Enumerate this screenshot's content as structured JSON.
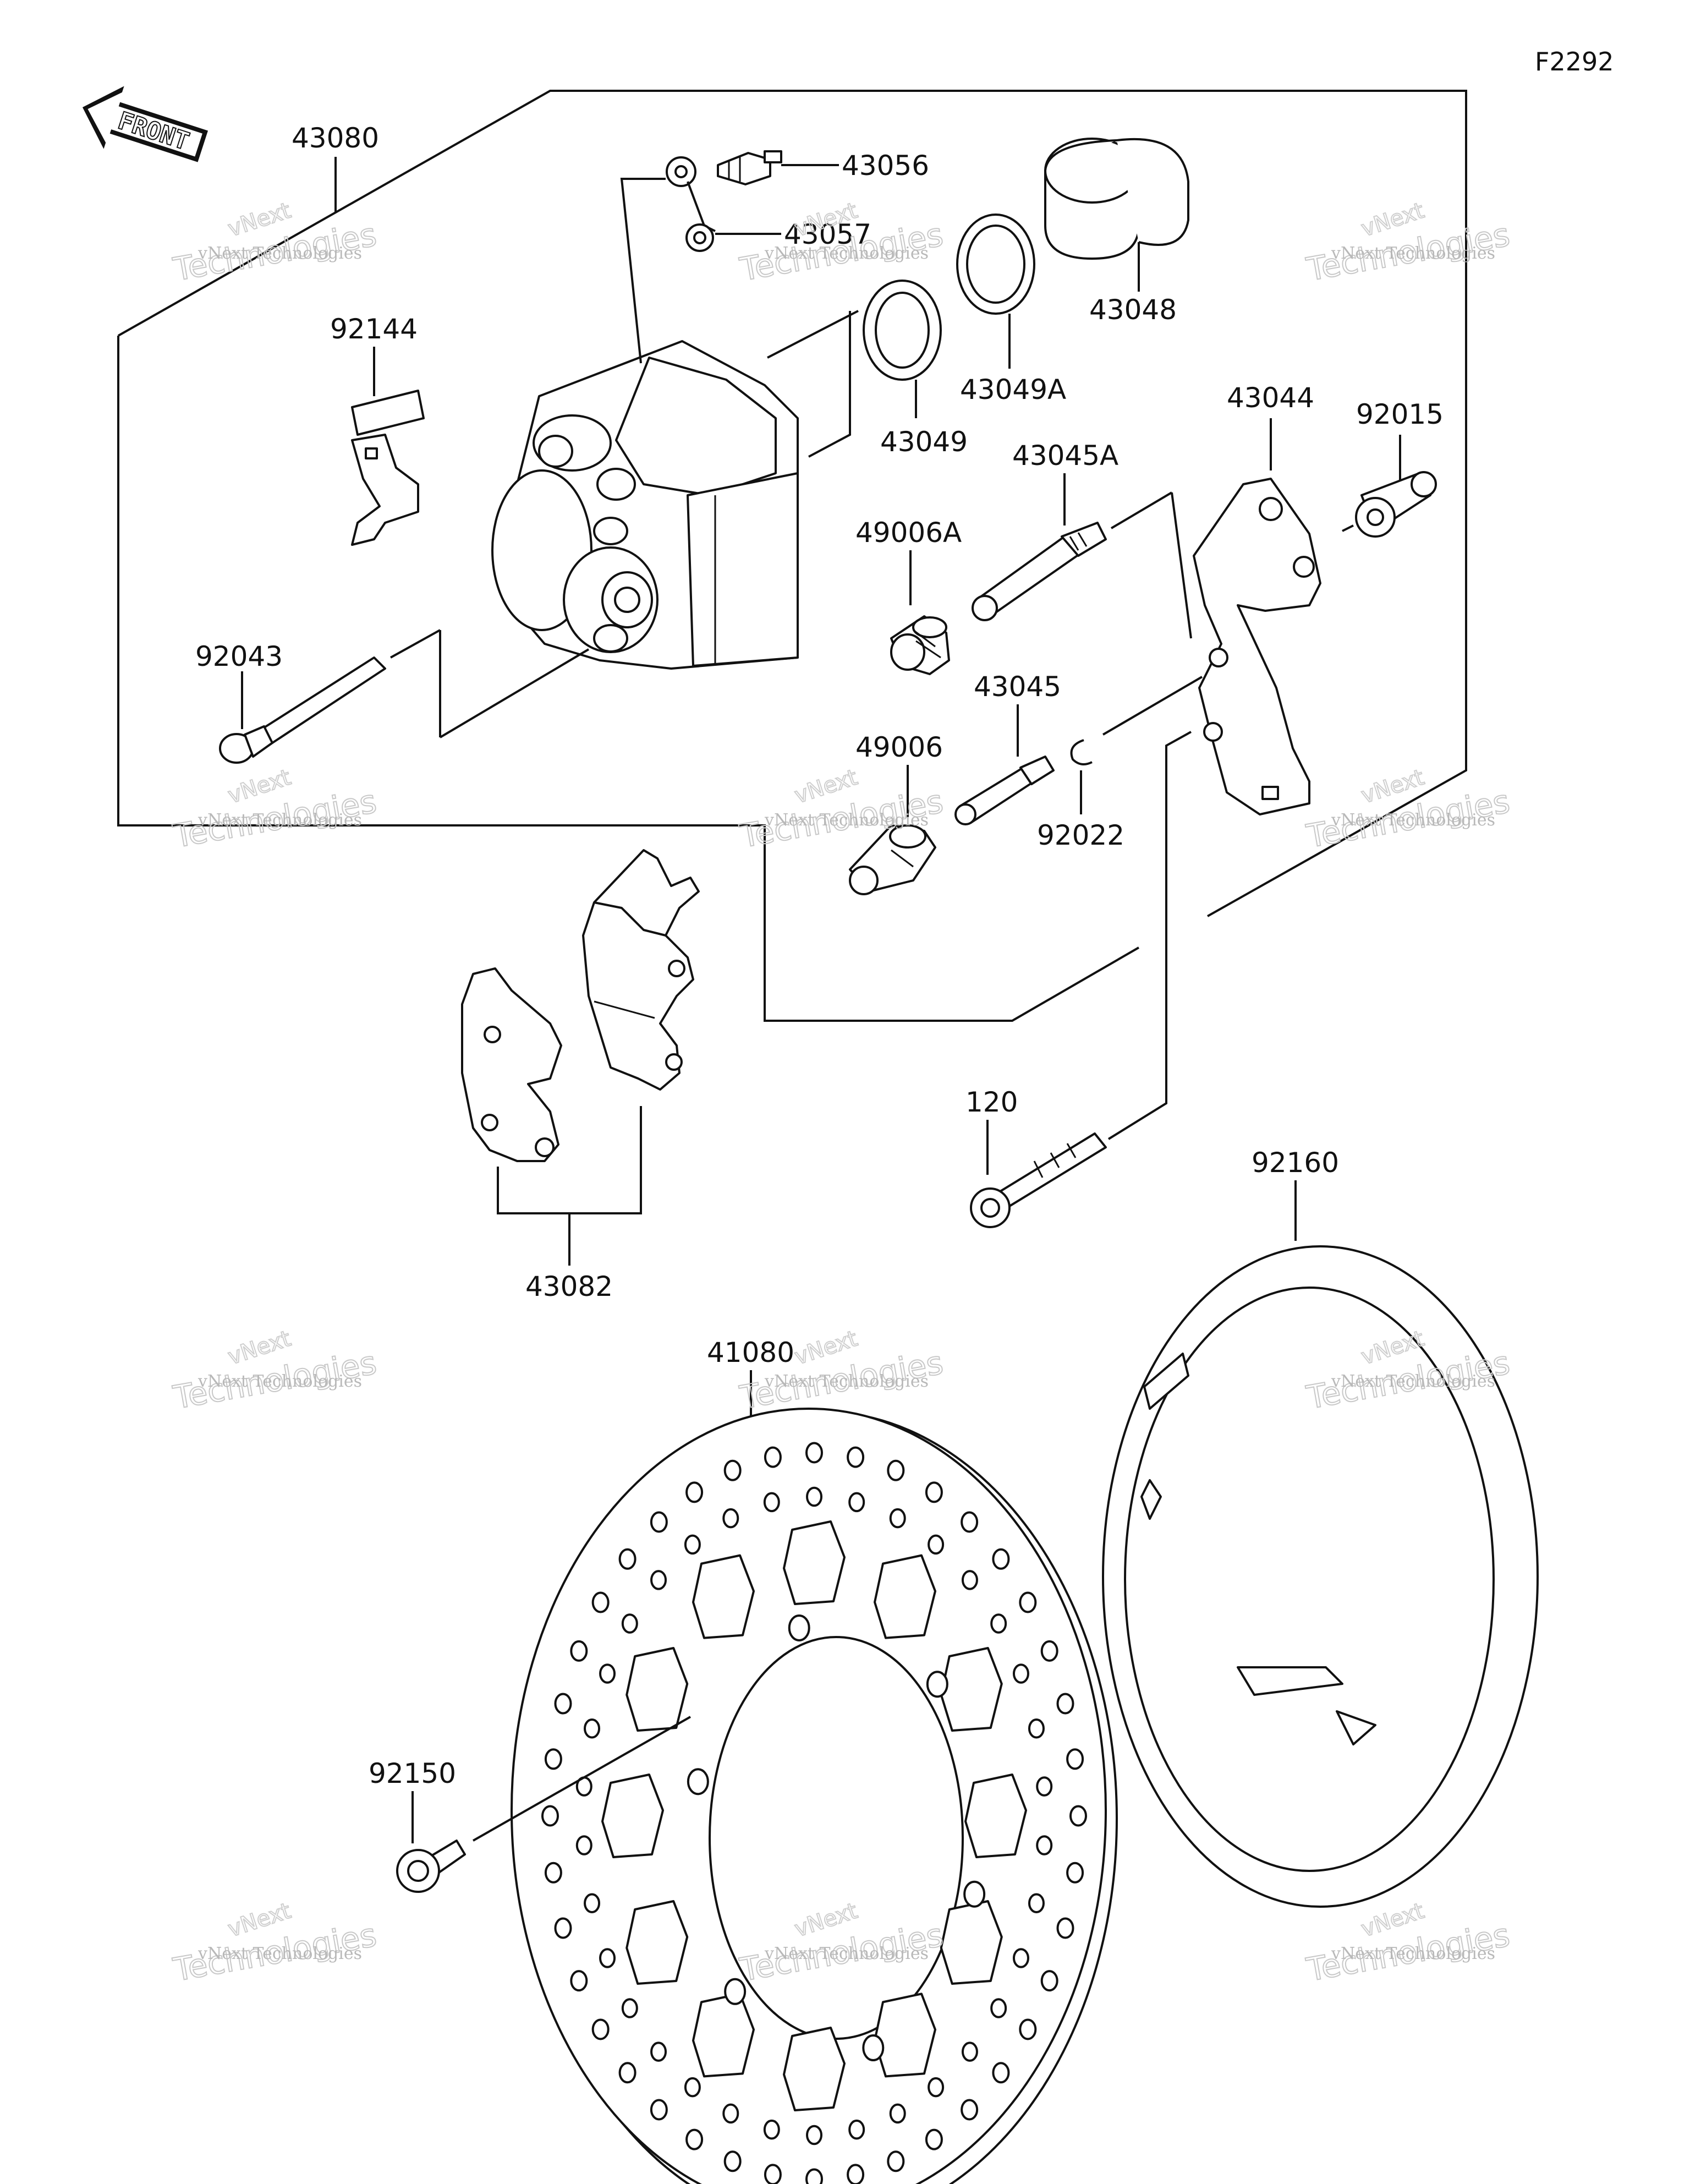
{
  "figure_code": "F2292",
  "front_label": "FRONT",
  "watermark": {
    "small": "vNext Technologies",
    "big": "Technologies",
    "tiny": "vNext"
  },
  "labels": {
    "p43080": "43080",
    "p43056": "43056",
    "p43057": "43057",
    "p43048": "43048",
    "p43049A": "43049A",
    "p43049": "43049",
    "p92144": "92144",
    "p43044": "43044",
    "p92015": "92015",
    "p43045A": "43045A",
    "p49006A": "49006A",
    "p92043": "92043",
    "p43045": "43045",
    "p49006": "49006",
    "p92022": "92022",
    "p120": "120",
    "p92160": "92160",
    "p43082": "43082",
    "p41080": "41080",
    "p92150": "92150"
  }
}
